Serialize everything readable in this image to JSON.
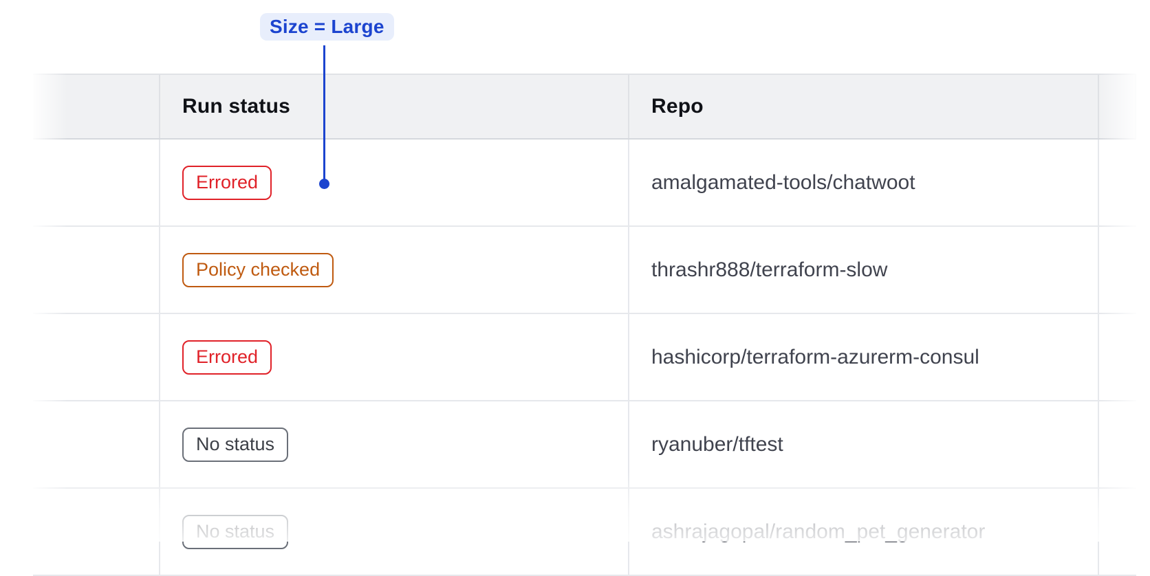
{
  "annotation": {
    "label": "Size = Large",
    "accent_color": "#1c44cf",
    "bg_color": "#e8eefc"
  },
  "table": {
    "columns": [
      {
        "id": "spacer",
        "label": ""
      },
      {
        "id": "run_status",
        "label": "Run status"
      },
      {
        "id": "repo",
        "label": "Repo"
      }
    ],
    "header_bg": "#f0f1f3",
    "badge_colors": {
      "critical": "#e02128",
      "warning": "#bf5a10",
      "neutral_text": "#3c3f46",
      "neutral_border": "#6a6f78"
    },
    "rows": [
      {
        "status": {
          "label": "Errored",
          "variant": "critical"
        },
        "repo": "amalgamated-tools/chatwoot",
        "annotated": true
      },
      {
        "status": {
          "label": "Policy checked",
          "variant": "warning"
        },
        "repo": "thrashr888/terraform-slow",
        "annotated": false
      },
      {
        "status": {
          "label": "Errored",
          "variant": "critical"
        },
        "repo": "hashicorp/terraform-azurerm-consul",
        "annotated": false
      },
      {
        "status": {
          "label": "No status",
          "variant": "neutral"
        },
        "repo": "ryanuber/tftest",
        "annotated": false
      },
      {
        "status": {
          "label": "No status",
          "variant": "neutral"
        },
        "repo": "ashrajagopal/random_pet_generator",
        "annotated": false
      }
    ]
  }
}
